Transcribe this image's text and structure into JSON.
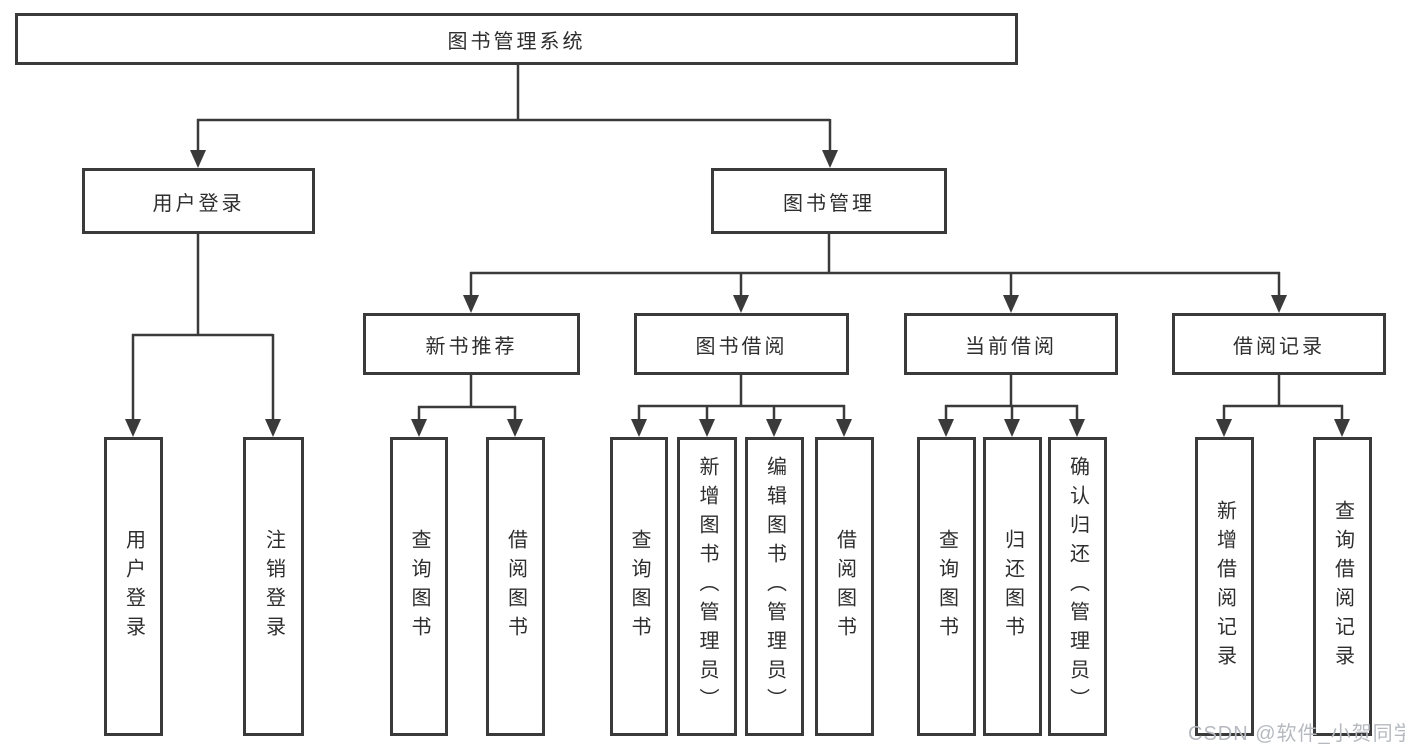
{
  "tree": {
    "root": {
      "label": "图书管理系统"
    },
    "children": [
      {
        "label": "用户登录",
        "children": [
          {
            "label": "用户登录"
          },
          {
            "label": "注销登录"
          }
        ]
      },
      {
        "label": "图书管理",
        "children": [
          {
            "label": "新书推荐",
            "children": [
              {
                "label": "查询图书"
              },
              {
                "label": "借阅图书"
              }
            ]
          },
          {
            "label": "图书借阅",
            "children": [
              {
                "label": "查询图书"
              },
              {
                "label": "新增图书（管理员）"
              },
              {
                "label": "编辑图书（管理员）"
              },
              {
                "label": "借阅图书"
              }
            ]
          },
          {
            "label": "当前借阅",
            "children": [
              {
                "label": "查询图书"
              },
              {
                "label": "归还图书"
              },
              {
                "label": "确认归还（管理员）"
              }
            ]
          },
          {
            "label": "借阅记录",
            "children": [
              {
                "label": "新增借阅记录"
              },
              {
                "label": "查询借阅记录"
              }
            ]
          }
        ]
      }
    ]
  },
  "watermark": "CSDN @软件_小贺同学",
  "colors": {
    "line": "#3a3a3a",
    "text": "#2e2e2e",
    "watermark": "#b6bac0",
    "background": "#ffffff"
  }
}
